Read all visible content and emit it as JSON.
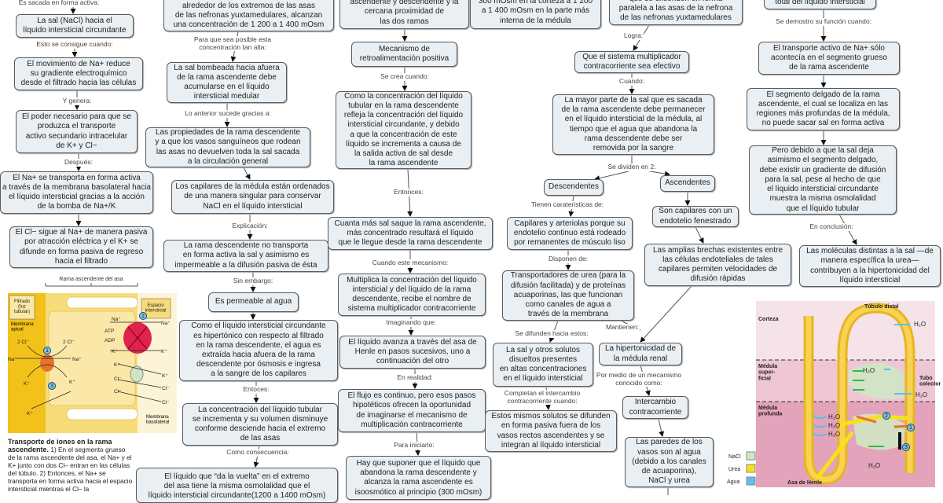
{
  "concept_map": {
    "nodes": [
      "La sal (NaCl) hacia el\nlíquido intersticial circundante",
      "El movimiento de Na+ reduce\nsu gradiente electroquímico\ndesde el filtrado hacia las células",
      "El poder necesario para que se\nproduzca el transporte\nactivo secundario intracelular\nde K+ y Cl−",
      "El Na+ se transporta en forma activa\na través de la membrana basolateral hacia\nel líquido intersticial gracias a la acción\nde la bomba de Na+/K",
      "El Cl− sigue al Na+ de manera pasiva\npor atracción eléctrica y el K+ se\ndifunde en forma pasiva de regreso\nhacia el filtrado",
      "Las regiones más profundas de la médula,\nalrededor de los extremos de las asas\nde las nefronas yuxtamedulares, alcanzan\nuna concentración de 1 200 a 1 400 mOsm",
      "La sal bombeada hacia afuera\nde la rama ascendente debe\nacumularse en el líquido\nintersticial medular",
      "Las propiedades de la rama descendente\ny a que los vasos sanguíneos que rodean\nlas asas no devuelven toda la sal sacada\na la circulación general",
      "Los capilares de la médula están ordenados\nde una manera singular para conservar\nNaCl en el líquido intersticial",
      "La rama descendente no transporta\nen forma activa la sal y asimismo es\nimpermeable a la difusión pasiva de ésta",
      "Es permeable al agua",
      "Como el líquido intersticial circundante\nes hipertónico con respecto al filtrado\nen la rama descendente, el agua es\nextraída hacia afuera de la rama\ndescendente por ósmosis e ingresa\na la sangre de los capilares",
      "La concentración del líquido tubular\nse incrementa y su volumen disminuye\nconforme desciende hacia el extremo\nde las asas",
      "El líquido que “da la vuelta” en el extremo\ndel asa tiene la misma osmolalidad que el\nlíquido intersticial circundante(1200 a 1400 mOsm)",
      "ascendente y descendente y la\ncercana proximidad de\nlas dos ramas",
      "Mecanismo de\nretroalimentación positiva",
      "Como la concentración del líquido\ntubular en la rama descendente\nrefleja la concentración del líquido\nintersticial circundante, y debido\na que la concentración de este\nlíquido se incrementa a causa de\nla salida activa de sal desde\nla rama ascendente",
      "Cuanta más sal saque la rama ascendente,\nmás concentrado resultará el líquido\nque le llegue desde la rama descendente",
      "Multiplica la concentración del líquido\nintersticial y del líquido de la rama\ndescendente, recibe el nombre de\nsistema multiplicador contracorriente",
      "El líquido avanza a través del asa de\nHenle en pasos sucesivos, uno a\ncontinuación del otro",
      "El flujo es continuo, pero esos pasos\nhipotéticos ofrecen la oportunidad\nde imaginarse el mecanismo de\nmultiplicación contracorriente",
      "Hay que suponer que el líquido que\nabandona la rama descendente y\nalcanza la rama ascendente es\nisoosmótico al principio (300 mOsm)",
      "300 mOsm en la corteza a 1 200\na 1 400 mOsm en la parte más\ninterna de la médula",
      "que se extienden en forma\nparalela a las asas de la nefrona\nde las nefronas yuxtamedulares",
      "Que el sistema multiplicador\ncontracorriente sea efectivo",
      "La mayor parte de la sal que es sacada\nde la rama ascendente debe permanecer\nen el líquido intersticial de la médula, al\ntiempo que el agua que abandona la\nrama descendente debe ser\nremovida por la sangre",
      "Descendentes",
      "Ascendentes",
      "Capilares y arteriolas porque su\nendotelio continuo está rodeado\npor remanentes de músculo liso",
      "Transportadores de urea (para la\ndifusión facilitada) y de proteínas\nacuaporinas, las que funcionan\ncomo canales de agua a\ntravés de la membrana",
      "Son capilares con un\nendotelio fenestrado",
      "Las amplias brechas existentes entre\nlas células endoteliales de tales\ncapilares permiten velocidades de\ndifusión rápidas",
      "La hipertonicidad de\nla médula renal",
      "Intercambio\ncontracorriente",
      "Las paredes de los\nvasos son al agua\n(debido a los canales\nde acuaporina),\nNaCl y urea",
      "La sal y otros solutos\ndisueltos presentes\nen altas concentraciones\nen el líquido intersticial",
      "Estos mismos solutos se difunden\nen forma pasiva fuera de los\nvasos rectos ascendentes y se\nintegran al líquido intersticial",
      "total del líquido intersticial",
      "El transporte activo de Na+ sólo\nacontecía en el segmento grueso\nde la rama ascendente",
      "El segmento delgado de la rama\nascendente, el cual se localiza en las\nregiones más profundas de la médula,\nno puede sacar sal en forma activa",
      "Pero debido a que la sal deja\nasimismo el segmento delgado,\ndebe existir un gradiente de difusión\npara la sal, pese al hecho de que\nel líquido intersticial circundante\nmuestra la misma osmolalidad\nque el líquido tubular",
      "Las moléculas distintas a la sal —de\nmanera específica la urea—\ncontribuyen a la hipertonicidad del\nlíquido intersticial"
    ],
    "link_labels": [
      "Es sacada en forma activa:",
      "Esto se consigue cuando:",
      "Y genera:",
      "Después:",
      "Para que sea posible esta\nconcentración tan alta:",
      "Lo anterior sucede gracias a:",
      "Explicación:",
      "Sin embargo:",
      "Entoces:",
      "Como consecuencia:",
      "Se crea cuando:",
      "Entonces:",
      "Cuando este mecanismo:",
      "Imaginando que:",
      "En realidad:",
      "Para iniciarlo:",
      "Logra:",
      "Cuando:",
      "Se dividen en 2:",
      "Tienen carateristicas de:",
      "Disponen de:",
      "Se difunden hacia estos:",
      "Mantienen:",
      "Por medio de un mecanismo\nconocido como:",
      "Completan el intercambio\ncontracorriente cuando:",
      "Se demostro su función cuando:",
      "En conclusión:"
    ]
  },
  "figure_ion_transport": {
    "header": "Rama ascendente del asa",
    "filtrate": "Filtrado\n(luz\ntubular)",
    "interstitial": "Espacio\nintersticial",
    "apical_membrane": "Membrana\napical",
    "basolateral_membrane": "Membrana\nbasolateral",
    "ions": {
      "two_cl": "2 Cl⁻",
      "na": "Na⁺",
      "k": "K⁺",
      "cl": "Cl⁻",
      "atp": "ATP",
      "adp": "ADP"
    },
    "steps": [
      "1",
      "2",
      "3"
    ],
    "caption_title": "Transporte de iones en la rama ascendente.",
    "caption_body": " 1) En el segmento grueso de la rama ascendente del asa, el Na+ y el K+ junto con dos Cl– entran en las células del túbulo. 2) Entonces, el Na+ se transporta en forma activa hacia el espacio intersticial mientras el Cl– la",
    "colors": {
      "filtrate": "#f2c21b",
      "cell": "#fbe8a8",
      "pump": "#e0224f",
      "cotransporter": "#e8732c",
      "channel": "#cfe6c4"
    }
  },
  "figure_urea": {
    "distal_tubule": "Túbulo distal",
    "cortex": "Corteza",
    "outer_medulla": "Médula\nsuper-\nficial",
    "inner_medulla": "Médula\nprofunda",
    "collecting_duct": "Tubo\ncolector",
    "loop": "Asa de Henle",
    "water": "H₂O",
    "steps": [
      "1",
      "2",
      "3"
    ],
    "legend": [
      {
        "label": "NaCl",
        "color": "#cfe6c4"
      },
      {
        "label": "Urea",
        "color": "#f7e21a"
      },
      {
        "label": "Agua",
        "color": "#5bc0ea"
      }
    ]
  }
}
